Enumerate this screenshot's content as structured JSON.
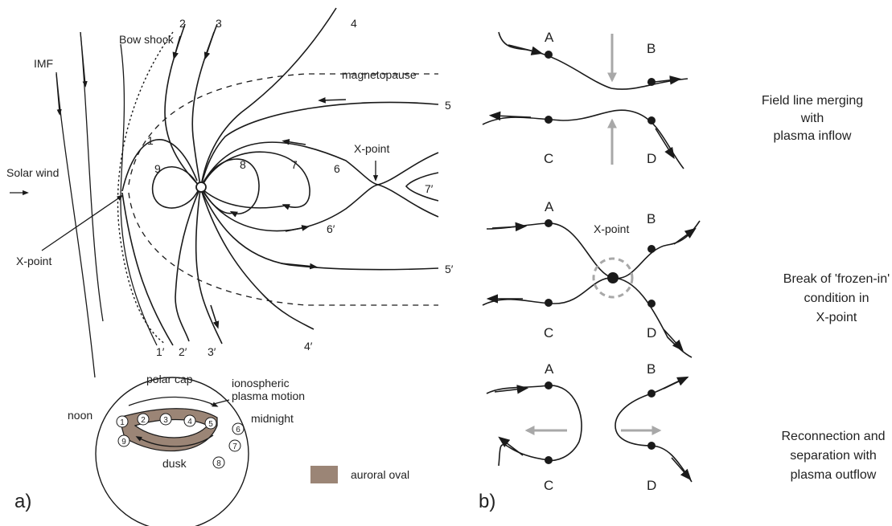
{
  "panel_a": {
    "panel_label": "a)",
    "labels": {
      "imf": "IMF",
      "bow_shock": "Bow shock",
      "solar_wind": "Solar wind",
      "magnetopause": "magnetopause",
      "x_point_day": "X-point",
      "x_point_tail": "X-point"
    },
    "field_line_numbers": [
      "1",
      "2",
      "3",
      "4",
      "5",
      "6",
      "7",
      "8",
      "9",
      "1′",
      "2′",
      "3′",
      "4′",
      "5′",
      "6′",
      "7′"
    ],
    "ionosphere": {
      "polar_cap": "polar cap",
      "plasma_motion_line1": "ionospheric",
      "plasma_motion_line2": "plasma motion",
      "noon": "noon",
      "midnight": "midnight",
      "dusk": "dusk",
      "legend_label": "auroral oval",
      "oval_color": "#9b8576",
      "circle_numbers": [
        "1",
        "2",
        "3",
        "4",
        "5",
        "6",
        "7",
        "8",
        "9"
      ]
    }
  },
  "panel_b": {
    "panel_label": "b)",
    "rows": [
      {
        "points": [
          "A",
          "B",
          "C",
          "D"
        ],
        "caption_lines": [
          "Field line merging",
          "with",
          "plasma inflow"
        ]
      },
      {
        "points": [
          "A",
          "B",
          "C",
          "D"
        ],
        "x_point": "X-point",
        "caption_lines": [
          "Break of  'frozen-in'",
          "condition in",
          "X-point"
        ]
      },
      {
        "points": [
          "A",
          "B",
          "C",
          "D"
        ],
        "caption_lines": [
          "Reconnection and",
          "separation with",
          "plasma outflow"
        ]
      }
    ],
    "arrow_color": "#a8a8a8"
  }
}
